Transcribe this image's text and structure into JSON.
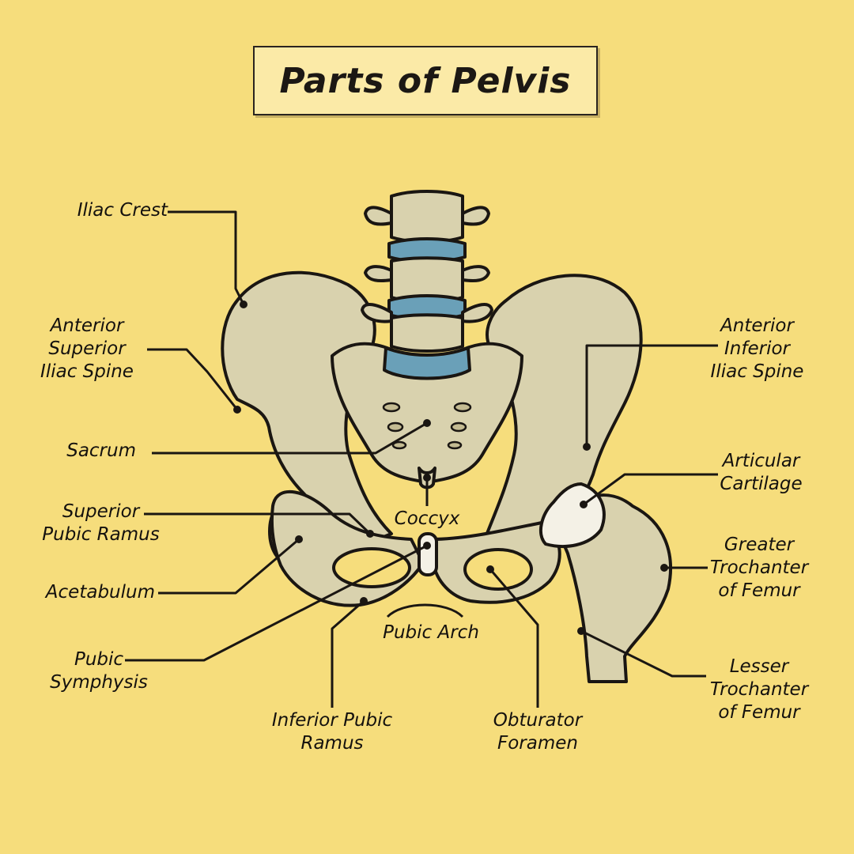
{
  "title": "Parts of Pelvis",
  "labels": {
    "iliac_crest": "Iliac Crest",
    "asis": "Anterior\nSuperior\nIliac Spine",
    "sacrum": "Sacrum",
    "superior_pubic_ramus": "Superior\nPubic Ramus",
    "acetabulum": "Acetabulum",
    "pubic_symphysis": "Pubic\nSymphysis",
    "inferior_pubic_ramus": "Inferior Pubic\nRamus",
    "coccyx": "Coccyx",
    "pubic_arch": "Pubic Arch",
    "obturator_foramen": "Obturator\nForamen",
    "aiis": "Anterior\nInferior\nIliac Spine",
    "articular_cartilage": "Articular\nCartilage",
    "greater_trochanter": "Greater\nTrochanter\nof Femur",
    "lesser_trochanter": "Lesser\nTrochanter\nof Femur"
  },
  "colors": {
    "background": "#f6dd7c",
    "bone": "#d9d2ae",
    "bone_shadow": "#b9b08a",
    "disc": "#6aa0b8",
    "cartilage": "#f4f1e6",
    "ink": "#1a1612"
  }
}
